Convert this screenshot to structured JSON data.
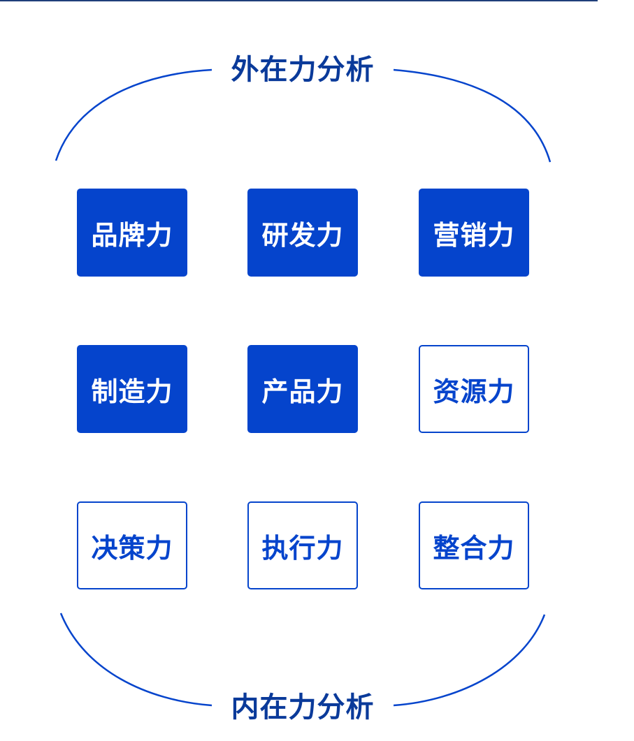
{
  "colors": {
    "accent": "#0544cc",
    "rule": "#1f3f7a",
    "label_text": "#0a3a9a"
  },
  "outer_label": "外在力分析",
  "inner_label": "内在力分析",
  "grid": [
    [
      {
        "label": "品牌力",
        "style": "filled"
      },
      {
        "label": "研发力",
        "style": "filled"
      },
      {
        "label": "营销力",
        "style": "filled"
      }
    ],
    [
      {
        "label": "制造力",
        "style": "filled"
      },
      {
        "label": "产品力",
        "style": "filled"
      },
      {
        "label": "资源力",
        "style": "outlined"
      }
    ],
    [
      {
        "label": "决策力",
        "style": "outlined"
      },
      {
        "label": "执行力",
        "style": "outlined"
      },
      {
        "label": "整合力",
        "style": "outlined"
      }
    ]
  ]
}
